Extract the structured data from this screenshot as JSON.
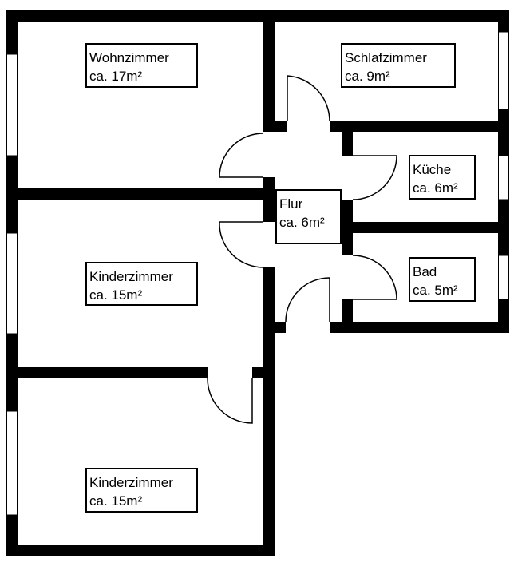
{
  "rooms": {
    "wohnzimmer": {
      "name": "Wohnzimmer",
      "area": "ca. 17m²"
    },
    "schlafzimmer": {
      "name": "Schlafzimmer",
      "area": "ca. 9m²"
    },
    "kueche": {
      "name": "Küche",
      "area": "ca. 6m²"
    },
    "flur": {
      "name": "Flur",
      "area": "ca. 6m²"
    },
    "bad": {
      "name": "Bad",
      "area": "ca. 5m²"
    },
    "kinderzimmer1": {
      "name": "Kinderzimmer",
      "area": "ca. 15m²"
    },
    "kinderzimmer2": {
      "name": "Kinderzimmer",
      "area": "ca. 15m²"
    }
  },
  "colors": {
    "wall": "#000000",
    "background": "#ffffff"
  }
}
